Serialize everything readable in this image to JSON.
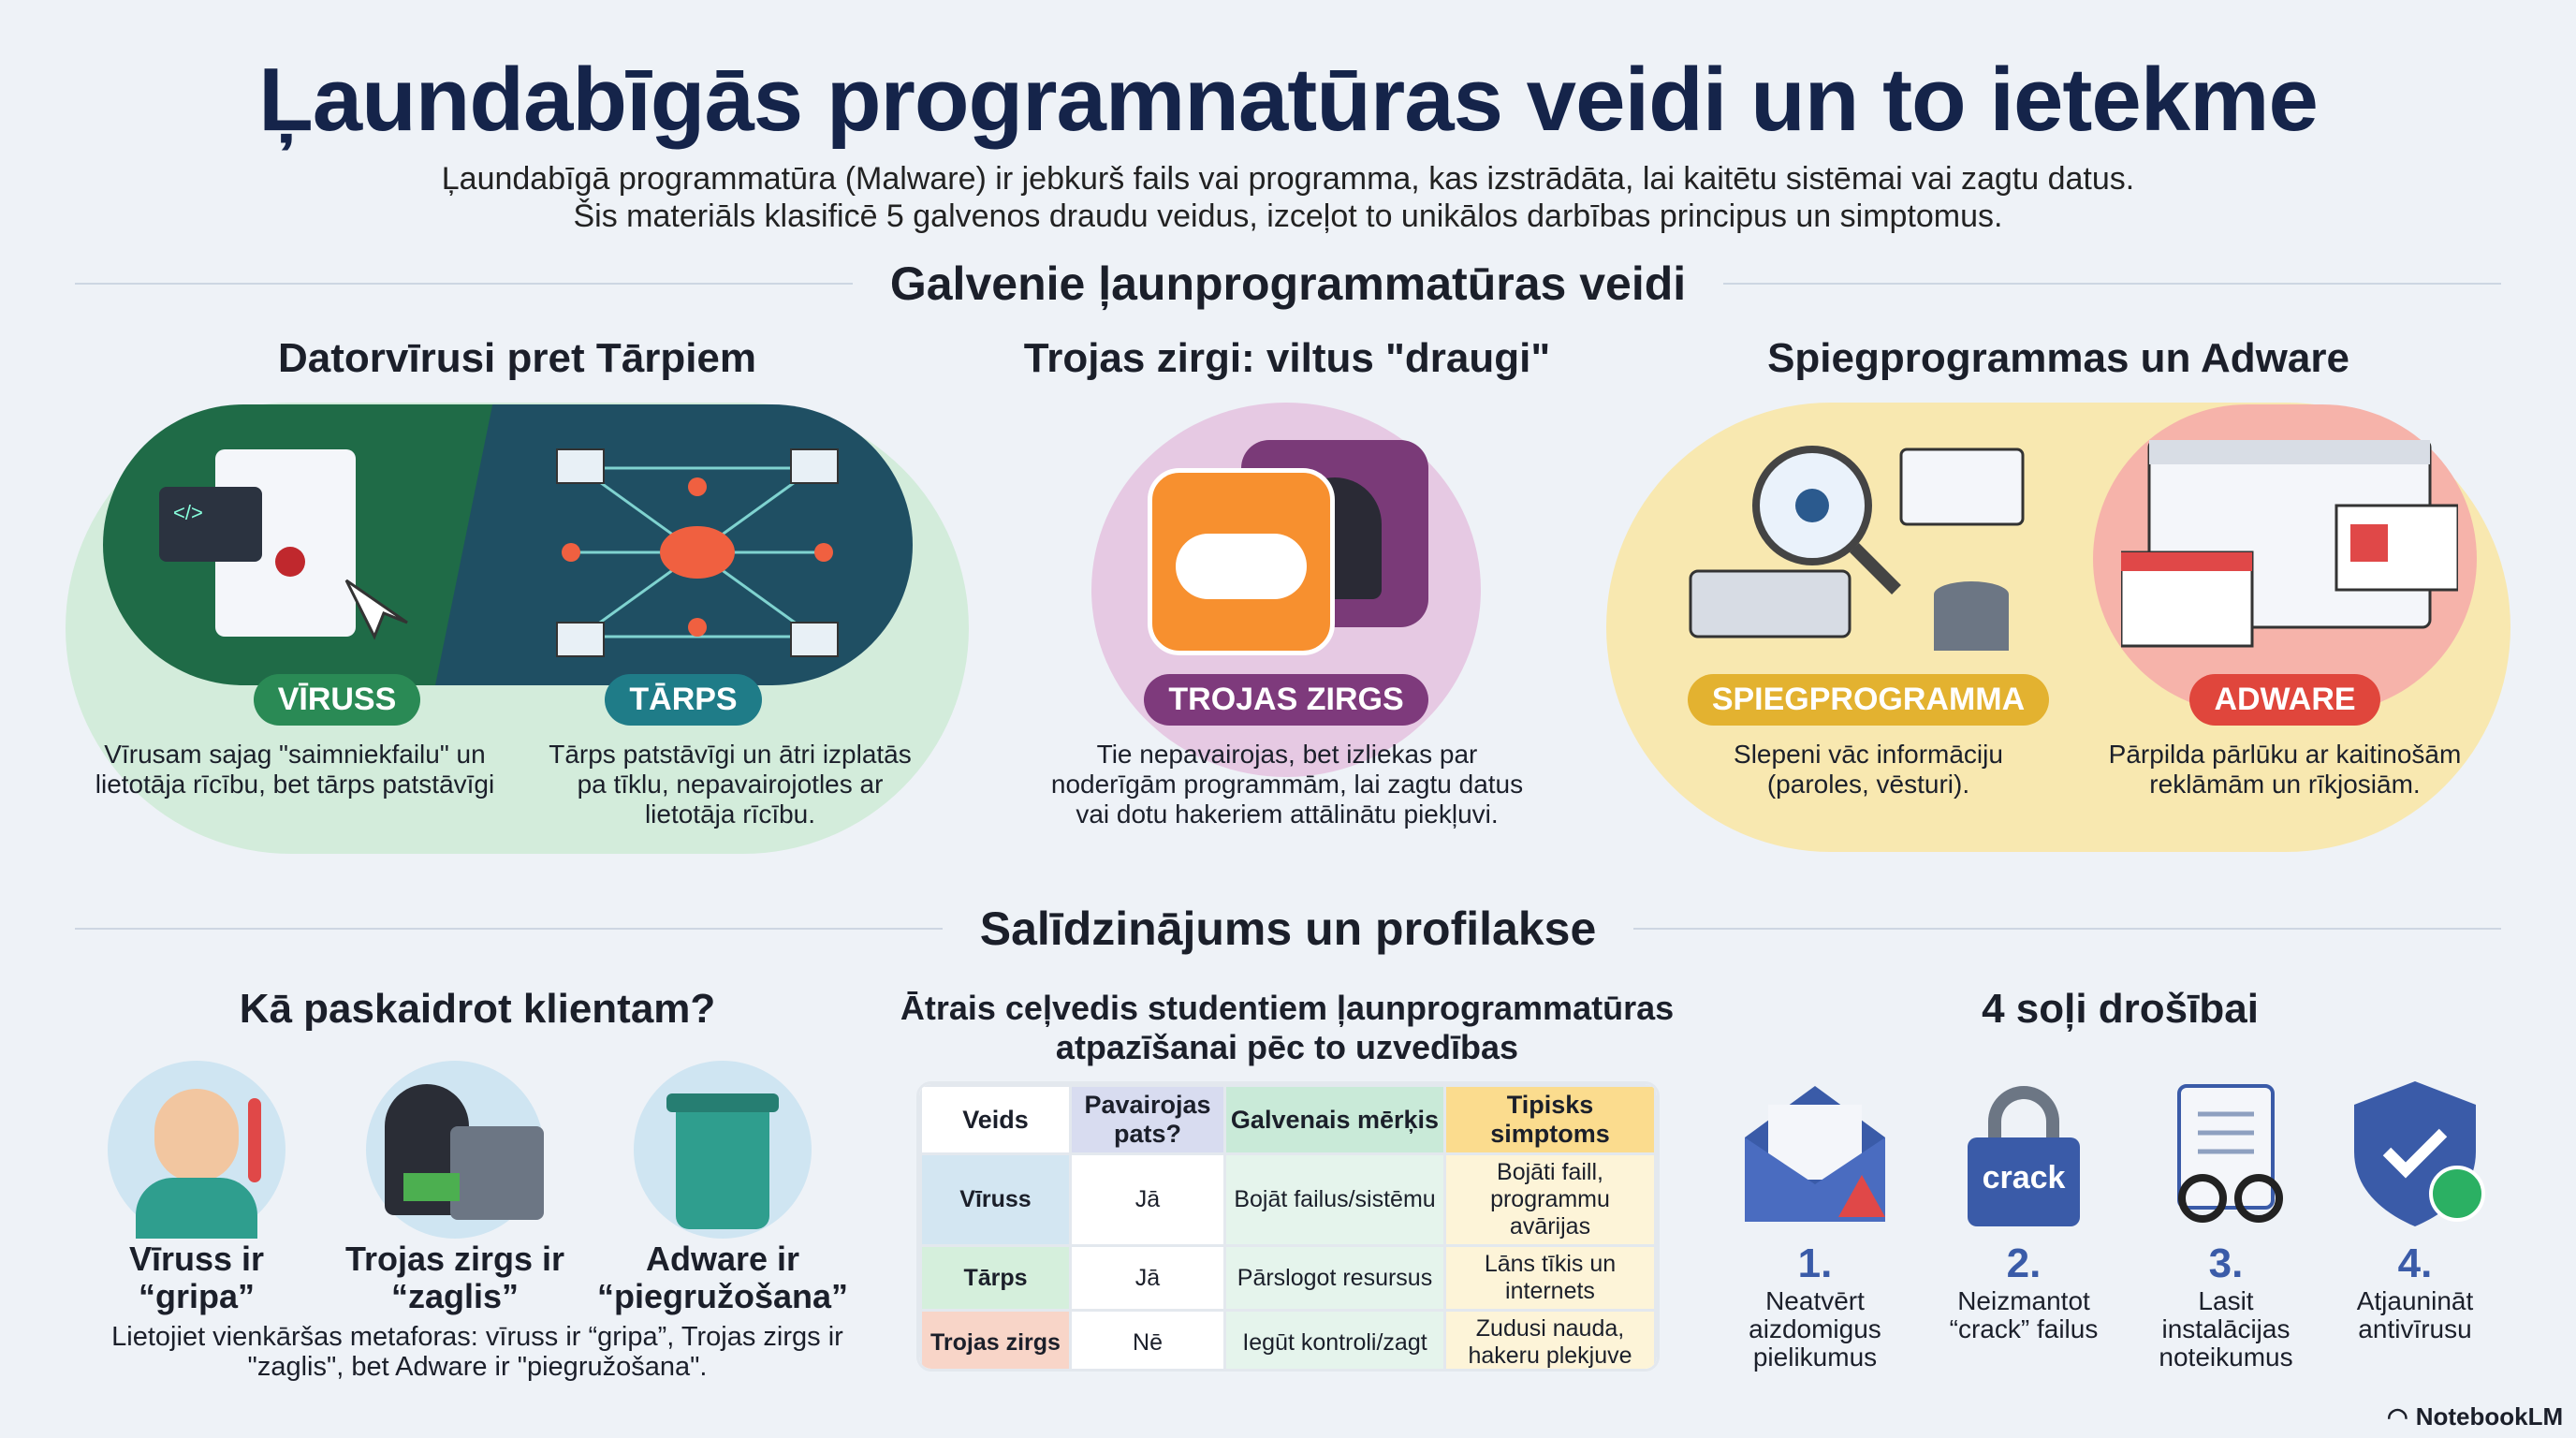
{
  "title": "Ļaundabīgās programnatūras veidi un to ietekme",
  "subtitle": [
    "Ļaundabīgā programmatūra (Malware) ir jebkurš fails vai programma, kas izstrādāta, lai kaitētu sistēmai vai zagtu datus.",
    "Šis materiāls klasificē 5 galvenos draudu veidus, izceļot to unikālos darbības principus un simptomus."
  ],
  "section1": {
    "title": "Galvenie ļaunprogrammatūras veidi",
    "virus_worm": {
      "heading": "Datorvīrusi pret Tārpiem",
      "virus_label": "VĪRUSS",
      "virus_desc": [
        "Vīrusam sajag \"saimniekfailu\" un",
        "lietotāja rīcību, bet tārps patstāvīgi"
      ],
      "worm_label": "TĀRPS",
      "worm_desc": [
        "Tārps patstāvīgi un ātri izplatās",
        "pa tīklu, nepavairojotles ar",
        "lietotāja rīcību."
      ]
    },
    "trojan": {
      "heading": "Trojas zirgi: viltus \"draugi\"",
      "label": "TROJAS ZIRGS",
      "desc": [
        "Tie nepavairojas, bet izliekas par",
        "noderīgām programmām, lai zagtu datus",
        "vai dotu hakeriem attālinātu piekļuvi."
      ]
    },
    "spy_ad": {
      "heading": "Spiegprogrammas un Adware",
      "spy_label": "SPIEGPROGRAMMA",
      "spy_desc": [
        "Slepeni vāc informāciju",
        "(paroles, vēsturi)."
      ],
      "ad_label": "ADWARE",
      "ad_desc": [
        "Pārpilda pārlūku ar kaitinošām",
        "reklāmām un rīkjosiām."
      ]
    }
  },
  "section2": {
    "title": "Salīdzinājums un profilakse",
    "client": {
      "heading": "Kā paskaidrot klientam?",
      "items": [
        [
          "Vīruss ir",
          "“gripa”"
        ],
        [
          "Trojas zirgs ir",
          "“zaglis”"
        ],
        [
          "Adware ir",
          "“piegružošana”"
        ]
      ],
      "desc": [
        "Lietojiet vienkāršas metaforas: vīruss ir “gripa”, Trojas zirgs ir",
        "\"zaglis\", bet Adware ir \"piegružošana\"."
      ]
    },
    "table": {
      "heading": [
        "Ātrais ceļvedis studentiem ļaunprogrammatūras",
        "atpazīšanai pēc to uzvedības"
      ],
      "headers": [
        "Veids",
        "Pavairojas pats?",
        "Galvenais mērķis",
        "Tipisks simptoms"
      ],
      "rows": [
        [
          "Vīruss",
          "Jā",
          "Bojāt failus/sistēmu",
          "Bojāti faill, programmu avārijas"
        ],
        [
          "Tārps",
          "Jā",
          "Pārslogot resursus",
          "Lāns tīkis un internets"
        ],
        [
          "Trojas zirgs",
          "Nē",
          "Iegūt kontroli/zagt",
          "Zudusi nauda, hakeru plekjuve"
        ]
      ]
    },
    "steps": {
      "heading": "4 soļi drošībai",
      "crack_text": "crack",
      "items": [
        {
          "num": "1.",
          "label": [
            "Neatvērt",
            "aizdomigus",
            "pielikumus"
          ]
        },
        {
          "num": "2.",
          "label": [
            "Neizmantot",
            "“crack” failus"
          ]
        },
        {
          "num": "3.",
          "label": [
            "Lasit",
            "instalācijas",
            "noteikumus"
          ]
        },
        {
          "num": "4.",
          "label": [
            "Atjaunināt",
            "antivīrusu"
          ]
        }
      ]
    }
  },
  "brand": "NotebookLM"
}
